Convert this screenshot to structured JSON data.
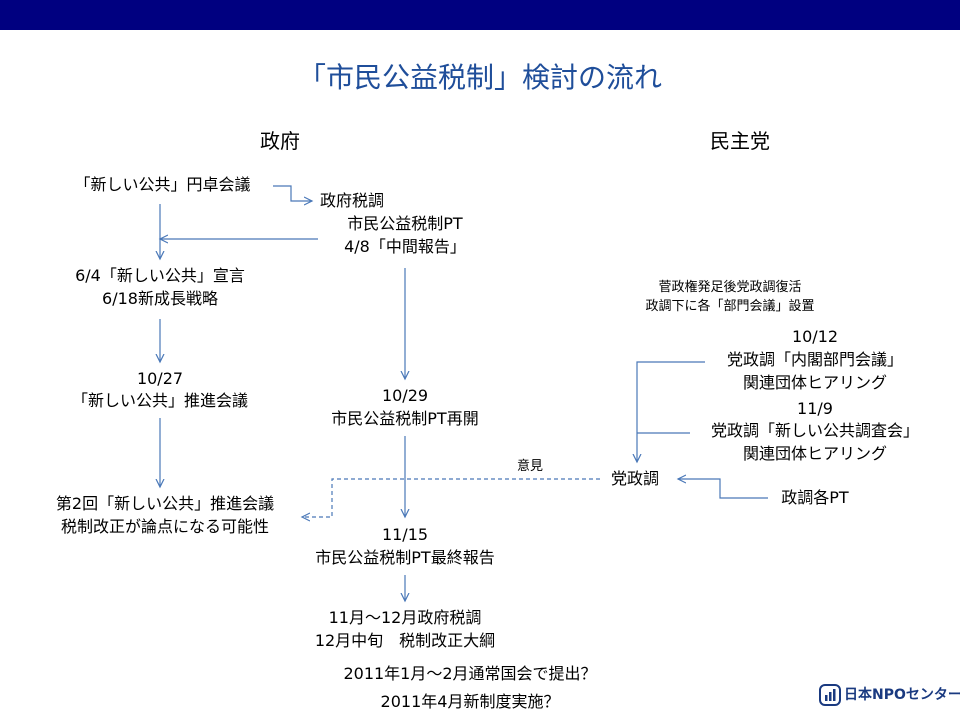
{
  "title": "「市民公益税制」検討の流れ",
  "headings": {
    "government": "政府",
    "dpj": "民主党"
  },
  "left": {
    "roundtable": "「新しい公共」円卓会議",
    "declaration_1": "6/4「新しい公共」宣言",
    "declaration_2": "6/18新成長戦略",
    "promotion_1": "10/27",
    "promotion_2": "「新しい公共」推進会議",
    "second_1": "第2回「新しい公共」推進会議",
    "second_2": "税制改正が論点になる可能性"
  },
  "center": {
    "gov_tax": "政府税調",
    "pt_1": "市民公益税制PT",
    "pt_2": "4/8「中間報告」",
    "restart_1": "10/29",
    "restart_2": "市民公益税制PT再開",
    "final_1": "11/15",
    "final_2": "市民公益税制PT最終報告",
    "outline_1": "11月～12月政府税調",
    "outline_2": "12月中旬　税制改正大綱",
    "diet": "2011年1月～2月通常国会で提出？",
    "impl": "2011年4月新制度実施？"
  },
  "right": {
    "note_1": "菅政権発足後党政調復活",
    "note_2": "政調下に各「部門会議」設置",
    "cabinet_1": "10/12",
    "cabinet_2": "党政調「内閣部門会議」",
    "cabinet_3": "関連団体ヒアリング",
    "commons_1": "11/9",
    "commons_2": "党政調「新しい公共調査会」",
    "commons_3": "関連団体ヒアリング",
    "party_policy": "党政調",
    "pt_each": "政調各PT",
    "opinion": "意見"
  },
  "logo": {
    "text": "日本NPOセンター"
  },
  "colors": {
    "topbar": "#000080",
    "title": "#1f4e9a",
    "arrow": "#4a78b8"
  }
}
